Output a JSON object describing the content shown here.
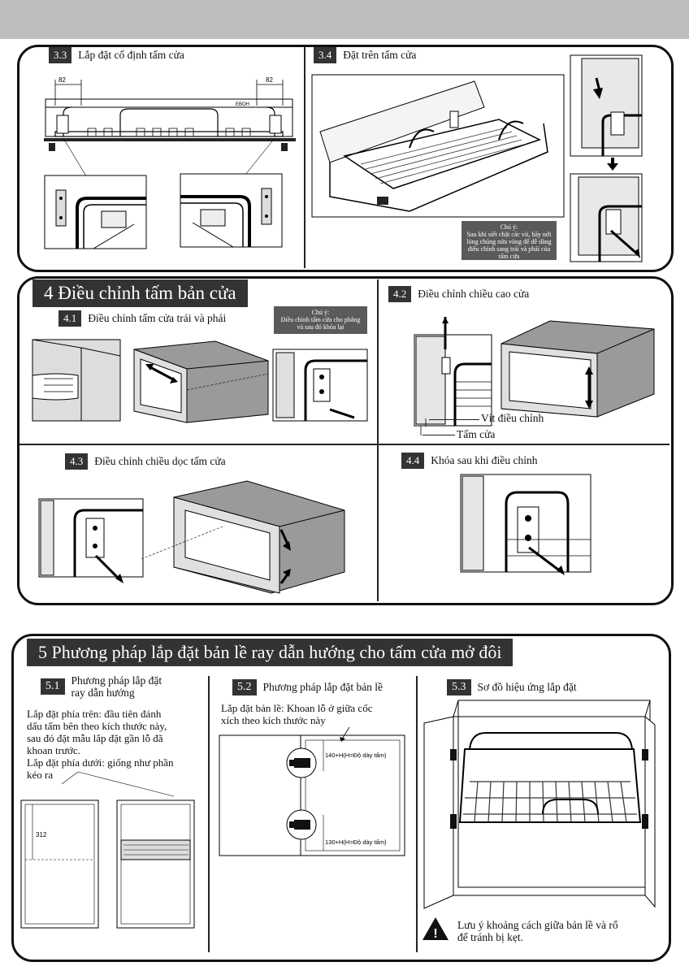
{
  "s33": {
    "num": "3.3",
    "title": "Lắp đặt cố định tấm cửa",
    "dim_left": "82",
    "dim_right": "82",
    "brand": "EBOH"
  },
  "s34": {
    "num": "3.4",
    "title": "Đặt trên tấm cửa",
    "note_title": "Chú ý:",
    "note_body": "Sau khi siết chặt các vít, hãy nới lỏng chúng nửa vòng để dễ dàng điều chỉnh sang trái và phải của tấm cửa"
  },
  "s4": {
    "title": "4 Điều chỉnh tấm bản cửa",
    "s41": {
      "num": "4.1",
      "title": "Điều chỉnh tấm cửa trái và phải",
      "note_title": "Chú ý:",
      "note_body": "Điều chỉnh tấm cửa cho phẳng và sau đó khóa lại"
    },
    "s42": {
      "num": "4.2",
      "title": "Điều chỉnh chiều cao cửa",
      "label_screw": "Vít điều chỉnh",
      "label_door": "Tấm cửa"
    },
    "s43": {
      "num": "4.3",
      "title": "Điều chỉnh chiều dọc tấm cửa"
    },
    "s44": {
      "num": "4.4",
      "title": "Khóa sau khi điều chỉnh"
    }
  },
  "s5": {
    "title": "5 Phương pháp lắp đặt bản lề ray dẫn hướng cho tấm cửa mở đôi",
    "s51": {
      "num": "5.1",
      "title_l1": "Phương pháp lắp đặt",
      "title_l2": "ray dẫn hướng",
      "body_l1": "Lắp đặt phía trên: đầu tiên đánh",
      "body_l2": "dấu tấm bên theo kích thước này,",
      "body_l3": "sau đó đặt mẫu lắp đặt gần lỗ đã",
      "body_l4": "khoan trước.",
      "body_l5": "Lắp đặt phía dưới: giống như phần",
      "body_l6": "kéo ra",
      "dim": "312"
    },
    "s52": {
      "num": "5.2",
      "title": "Phương pháp lắp đặt bản lề",
      "body_l1": "Lắp đặt bản lề: Khoan lỗ ở giữa cốc",
      "body_l2": "xích theo kích thước này",
      "dim_top": "140+H(H=Độ dày tấm)",
      "dim_bottom": "130+H(H=Độ dày tấm)"
    },
    "s53": {
      "num": "5.3",
      "title": "Sơ đồ hiệu ứng lắp đặt",
      "warning_l1": "Lưu ý khoảng cách giữa bản lề và rổ",
      "warning_l2": "để tránh bị kẹt.",
      "warning_icon": "!"
    }
  }
}
